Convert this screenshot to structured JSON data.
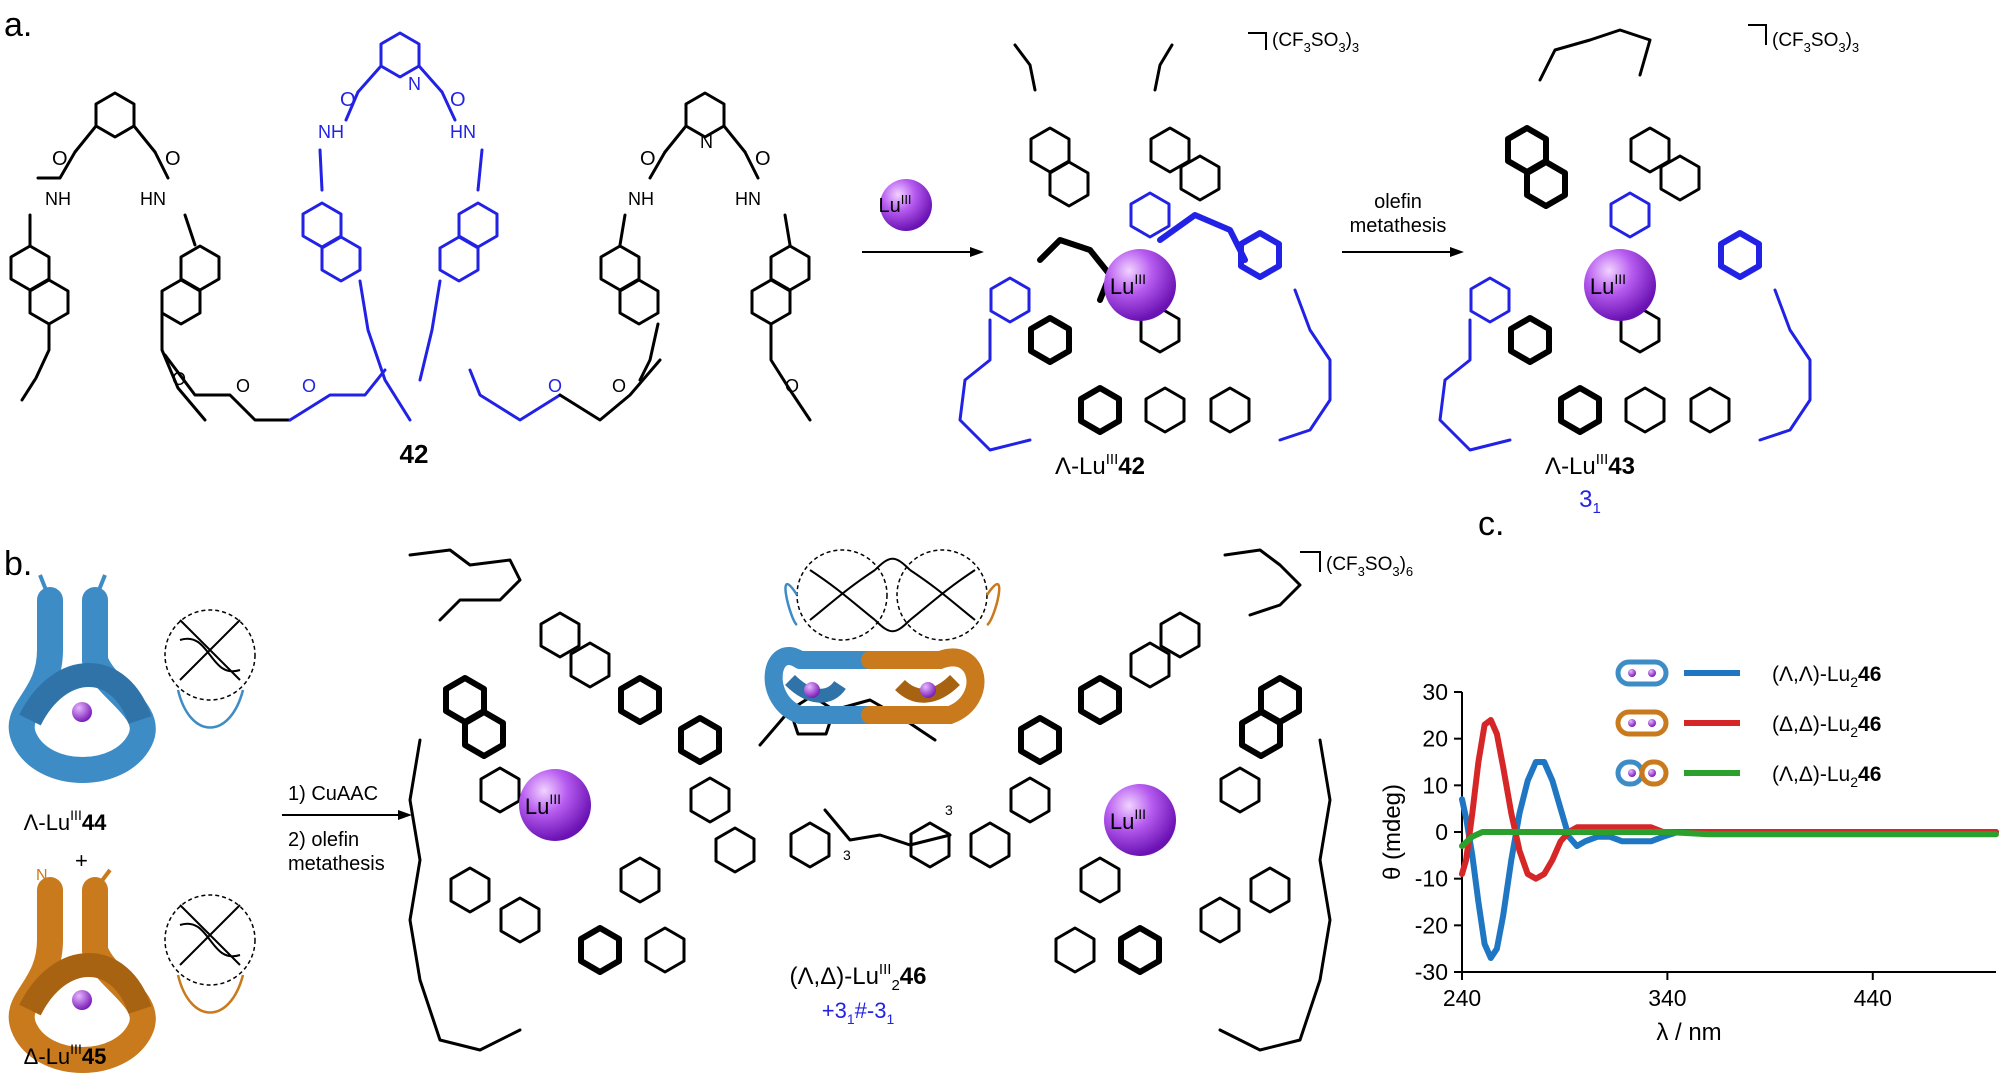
{
  "panel_a": {
    "label": "a.",
    "compound_42": "42",
    "reagent": "Lu",
    "reagent_sup": "III",
    "step_label_1": "olefin",
    "step_label_2": "metathesis",
    "counterion_3": "(CF",
    "counterion_3_mid": "SO",
    "counterion_3_end": ")",
    "product1_prefix": "Λ-Lu",
    "product1_sup": "III",
    "product1_num": "42",
    "product2_prefix": "Λ-Lu",
    "product2_sup": "III",
    "product2_num": "43",
    "product2_topology": "3",
    "product2_topology_sub": "1",
    "metal_center": "Lu",
    "metal_center_sup": "III"
  },
  "panel_b": {
    "label": "b.",
    "knot44_prefix": "Λ-Lu",
    "knot44_sup": "III",
    "knot44_num": "44",
    "knot45_prefix": "Δ-Lu",
    "knot45_sup": "III",
    "knot45_num": "45",
    "azide": "N",
    "azide_sub": "3",
    "plus": "+",
    "step1": "1)  CuAAC",
    "step2_1": "2) olefin",
    "step2_2": "metathesis",
    "counterion_6": "(CF",
    "product_prefix": "(Λ,Δ)-Lu",
    "product_sup": "III",
    "product_sub": "2",
    "product_num": "46",
    "product_topology": "+3",
    "product_topology_mid": "#-3",
    "product_topology_sub": "1",
    "repeat_index": "3",
    "metal_center": "Lu",
    "metal_center_sup": "III"
  },
  "panel_c": {
    "label": "c.",
    "legend": [
      {
        "prefix": "(Λ,Λ)-Lu",
        "sub": "2",
        "num": "46",
        "color": "#1f77c4"
      },
      {
        "prefix": "(Δ,Δ)-Lu",
        "sub": "2",
        "num": "46",
        "color": "#d62728"
      },
      {
        "prefix": "(Λ,Δ)-Lu",
        "sub": "2",
        "num": "46",
        "color": "#2ca02c"
      }
    ]
  },
  "colors": {
    "black": "#000000",
    "blue_strand": "#2222e6",
    "knot_blue": "#3d8cc6",
    "knot_orange": "#c87a1c",
    "lu_purple": "#a340e0"
  },
  "chart_data": {
    "type": "line",
    "xlabel": "λ / nm",
    "ylabel": "θ (mdeg)",
    "xlim": [
      240,
      500
    ],
    "ylim": [
      -30,
      30
    ],
    "xticks": [
      240,
      340,
      440
    ],
    "yticks": [
      -30,
      -20,
      -10,
      0,
      10,
      20,
      30
    ],
    "grid": false,
    "legend_position": "top-right",
    "series": [
      {
        "name": "(Λ,Λ)-Lu₂46",
        "color": "#1f77c4",
        "x": [
          240,
          242,
          245,
          248,
          251,
          254,
          257,
          260,
          264,
          268,
          272,
          276,
          280,
          284,
          288,
          292,
          296,
          300,
          306,
          312,
          318,
          325,
          332,
          338,
          345,
          360,
          380,
          400,
          420,
          440,
          460,
          480,
          500
        ],
        "y": [
          7,
          3,
          -5,
          -15,
          -24,
          -27,
          -25,
          -18,
          -6,
          4,
          11,
          15,
          15,
          11,
          5,
          -1,
          -3,
          -2,
          -1,
          -1,
          -2,
          -2,
          -2,
          -1,
          0,
          0,
          0,
          0,
          0,
          0,
          0,
          0,
          0
        ]
      },
      {
        "name": "(Δ,Δ)-Lu₂46",
        "color": "#d62728",
        "x": [
          240,
          242,
          245,
          248,
          251,
          254,
          257,
          260,
          264,
          268,
          272,
          276,
          280,
          284,
          288,
          292,
          296,
          300,
          306,
          312,
          318,
          325,
          332,
          338,
          345,
          360,
          380,
          400,
          420,
          440,
          460,
          480,
          500
        ],
        "y": [
          -9,
          -6,
          4,
          15,
          23,
          24,
          21,
          14,
          4,
          -4,
          -9,
          -10,
          -9,
          -6,
          -2,
          0,
          1,
          1,
          1,
          1,
          1,
          1,
          1,
          0,
          0,
          0,
          0,
          0,
          0,
          0,
          0,
          0,
          0
        ]
      },
      {
        "name": "(Λ,Δ)-Lu₂46",
        "color": "#2ca02c",
        "x": [
          240,
          245,
          250,
          260,
          270,
          280,
          300,
          320,
          340,
          360,
          380,
          400,
          420,
          440,
          460,
          480,
          500
        ],
        "y": [
          -3,
          -1,
          0,
          0,
          0,
          0,
          0,
          0,
          0,
          -0.5,
          -0.5,
          -0.5,
          -0.5,
          -0.5,
          -0.5,
          -0.5,
          -0.5
        ]
      }
    ]
  }
}
